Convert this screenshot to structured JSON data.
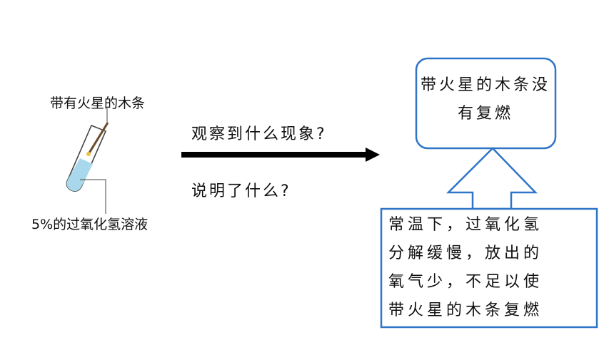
{
  "apparatus": {
    "top_label": "带有火星的木条",
    "bottom_label": "5%的过氧化氢溶液"
  },
  "questions": {
    "observe": "观察到什么现象?",
    "explain": "说明了什么?"
  },
  "observation_bubble": {
    "text": "带火星的木条没有复燃"
  },
  "explanation_box": {
    "lines": [
      "常温下，过氧化氢",
      "分解缓慢，放出的",
      "氧气少，不足以使",
      "带火星的木条复燃"
    ]
  },
  "colors": {
    "outline_blue": "#2e75c7",
    "liquid_blue": "#a9d8ec",
    "arrow_black": "#000000"
  }
}
